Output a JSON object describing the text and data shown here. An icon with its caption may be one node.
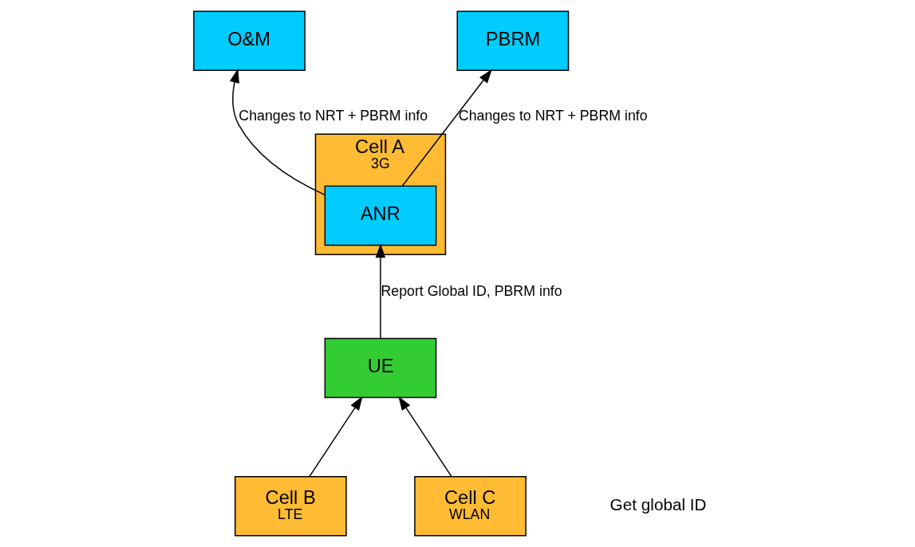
{
  "diagram": {
    "nodes": [
      {
        "text": [
          "O&M"
        ]
      },
      {
        "text": [
          "PBRM"
        ]
      },
      {
        "text": [
          "Cell B",
          "LTE"
        ]
      },
      {
        "text": [
          "Cell A",
          "3G"
        ]
      },
      {
        "text": [
          "ANR"
        ],
        "in": 3
      },
      {
        "text": [
          "Cell C",
          "WLAN"
        ]
      },
      {
        "text": [
          "UE"
        ]
      }
    ],
    "edges": [
      {
        "from": 4,
        "to": 0,
        "arrow": "to",
        "label": "Changes to NRT + PBRM info"
      },
      {
        "from": 4,
        "to": 1,
        "arrow": "to",
        "label": "Changes to NRT + PBRM info"
      },
      {
        "from": 6,
        "to": 4,
        "arrow": "to",
        "label": "Report Global ID, PBRM info"
      },
      {
        "from": 2,
        "to": 6,
        "arrow": "to"
      },
      {
        "from": 5,
        "to": 6,
        "arrow": "to"
      }
    ],
    "labels": [
      "Get global ID"
    ]
  }
}
